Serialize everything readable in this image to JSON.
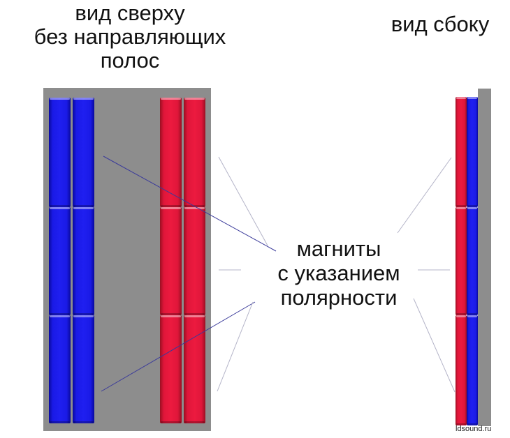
{
  "top_view": {
    "title_lines": [
      "вид сверху",
      "без направляющих",
      "полос"
    ],
    "left_column_color": "#1f1ff0",
    "right_column_color": "#ec1a3f",
    "plate_color": "#8d8d8d"
  },
  "side_view": {
    "title": "вид сбоку"
  },
  "callout": {
    "lines": [
      "магниты",
      "с указанием",
      "полярности"
    ]
  },
  "watermark": "ldsound.ru"
}
